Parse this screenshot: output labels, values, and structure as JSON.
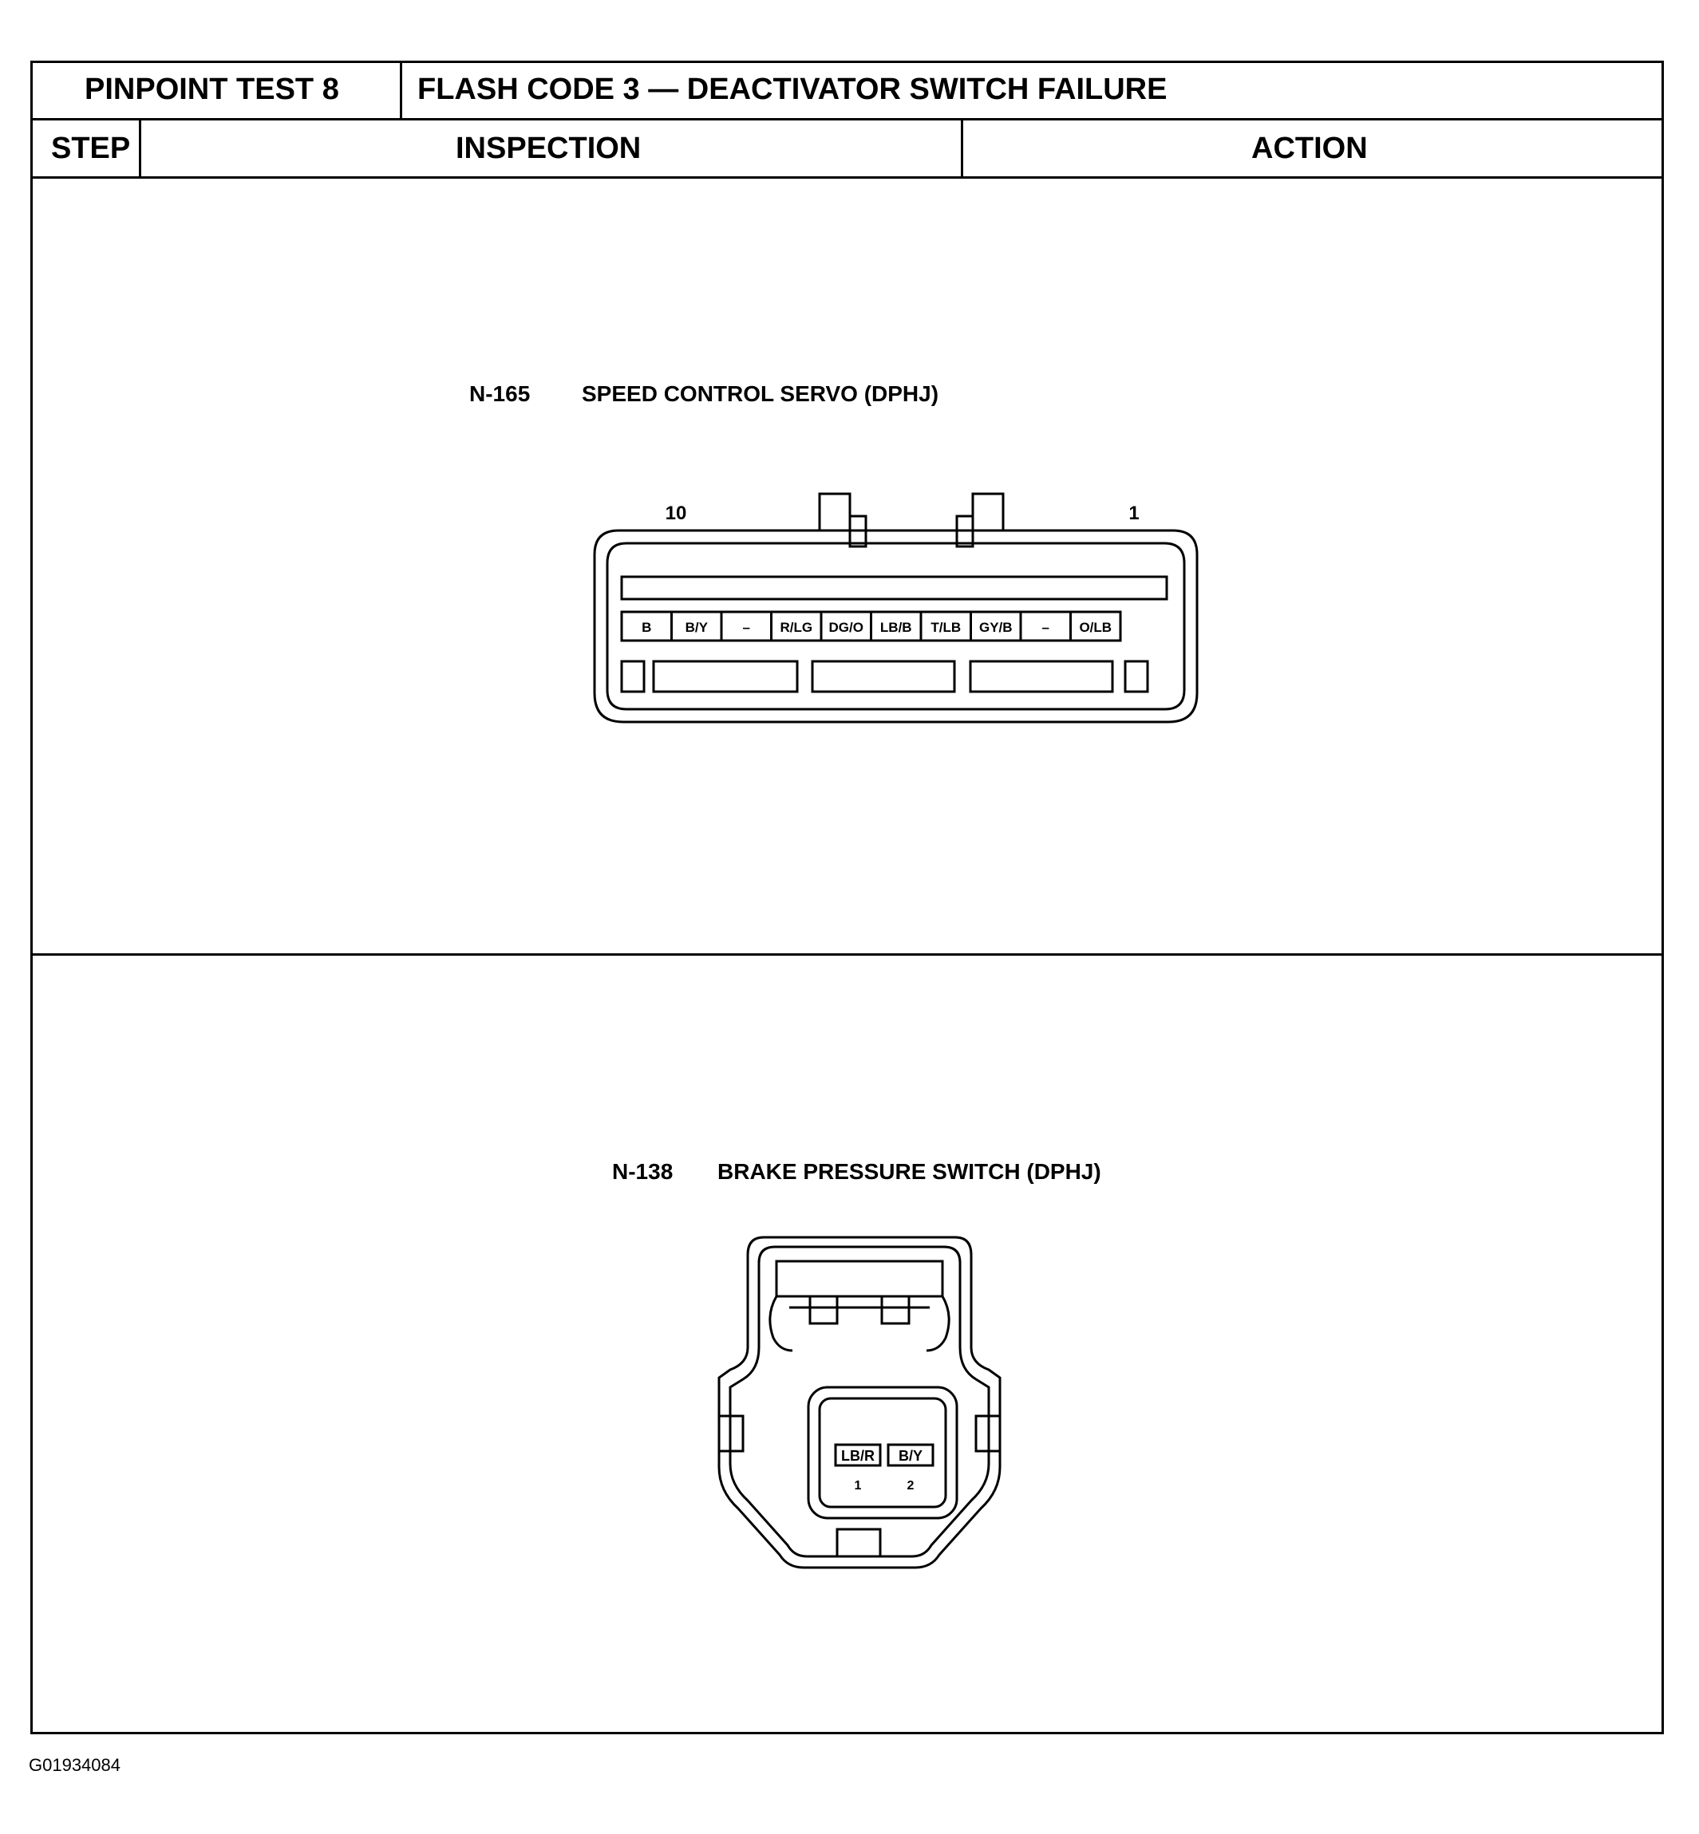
{
  "header": {
    "test": "PINPOINT TEST 8",
    "title": "FLASH CODE 3 — DEACTIVATOR SWITCH FAILURE"
  },
  "columns": {
    "step": "STEP",
    "inspection": "INSPECTION",
    "action": "ACTION"
  },
  "connectors": [
    {
      "id": "N-165",
      "name": "SPEED CONTROL SERVO (DPHJ)",
      "pin_end_labels": [
        "10",
        "1"
      ],
      "pins": [
        "B",
        "B/Y",
        "–",
        "R/LG",
        "DG/O",
        "LB/B",
        "T/LB",
        "GY/B",
        "–",
        "O/LB"
      ]
    },
    {
      "id": "N-138",
      "name": "BRAKE PRESSURE SWITCH (DPHJ)",
      "pins": [
        {
          "wire": "LB/R",
          "number": "1"
        },
        {
          "wire": "B/Y",
          "number": "2"
        }
      ]
    }
  ],
  "figure_id": "G01934084"
}
